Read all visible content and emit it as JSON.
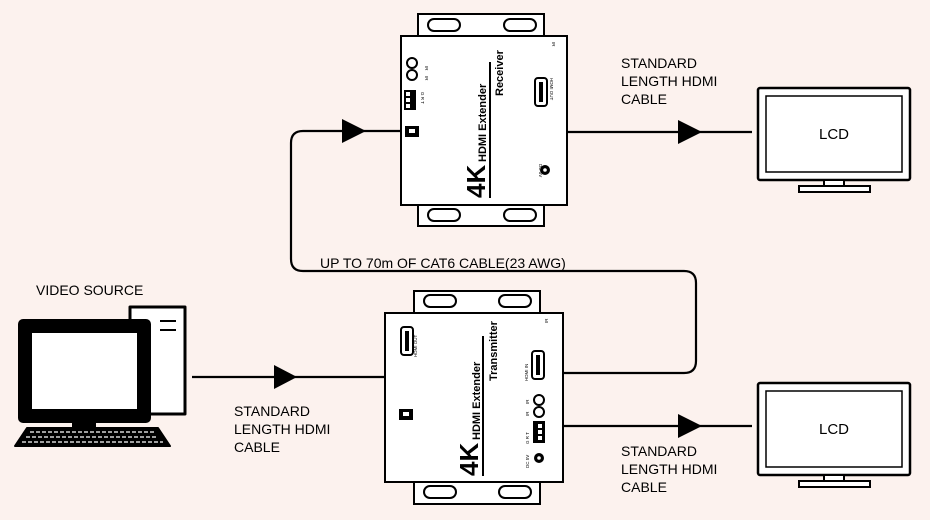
{
  "labels": {
    "video_source": "VIDEO SOURCE",
    "cat6_cable": "UP TO 70m OF CAT6 CABLE(23 AWG)",
    "hdmi_cable": [
      "STANDARD",
      "LENGTH HDMI",
      "CABLE"
    ]
  },
  "receiver": {
    "model": "4K",
    "line1": "HDMI Extender",
    "line2": "Receiver",
    "port_hdmi_out": "HDMI OUT",
    "port_dc": "DC 5V",
    "port_ir": "G R T",
    "port_ir_rx": "IR",
    "port_ir_tx": "IR",
    "corner_mark": "IR"
  },
  "transmitter": {
    "model": "4K",
    "line1": "HDMI Extender",
    "line2": "Transmitter",
    "port_hdmi_in": "HDMI IN",
    "port_hdmi_out": "HDMI OUT",
    "port_dc": "DC 5V",
    "port_ir": "G R T",
    "port_ir_rx": "IR",
    "port_ir_tx": "IR",
    "corner_mark": "IR"
  },
  "displays": {
    "top": "LCD",
    "bottom": "LCD"
  },
  "colors": {
    "background": "#fcf2ee",
    "line": "#000000",
    "device_fill": "#ffffff"
  }
}
